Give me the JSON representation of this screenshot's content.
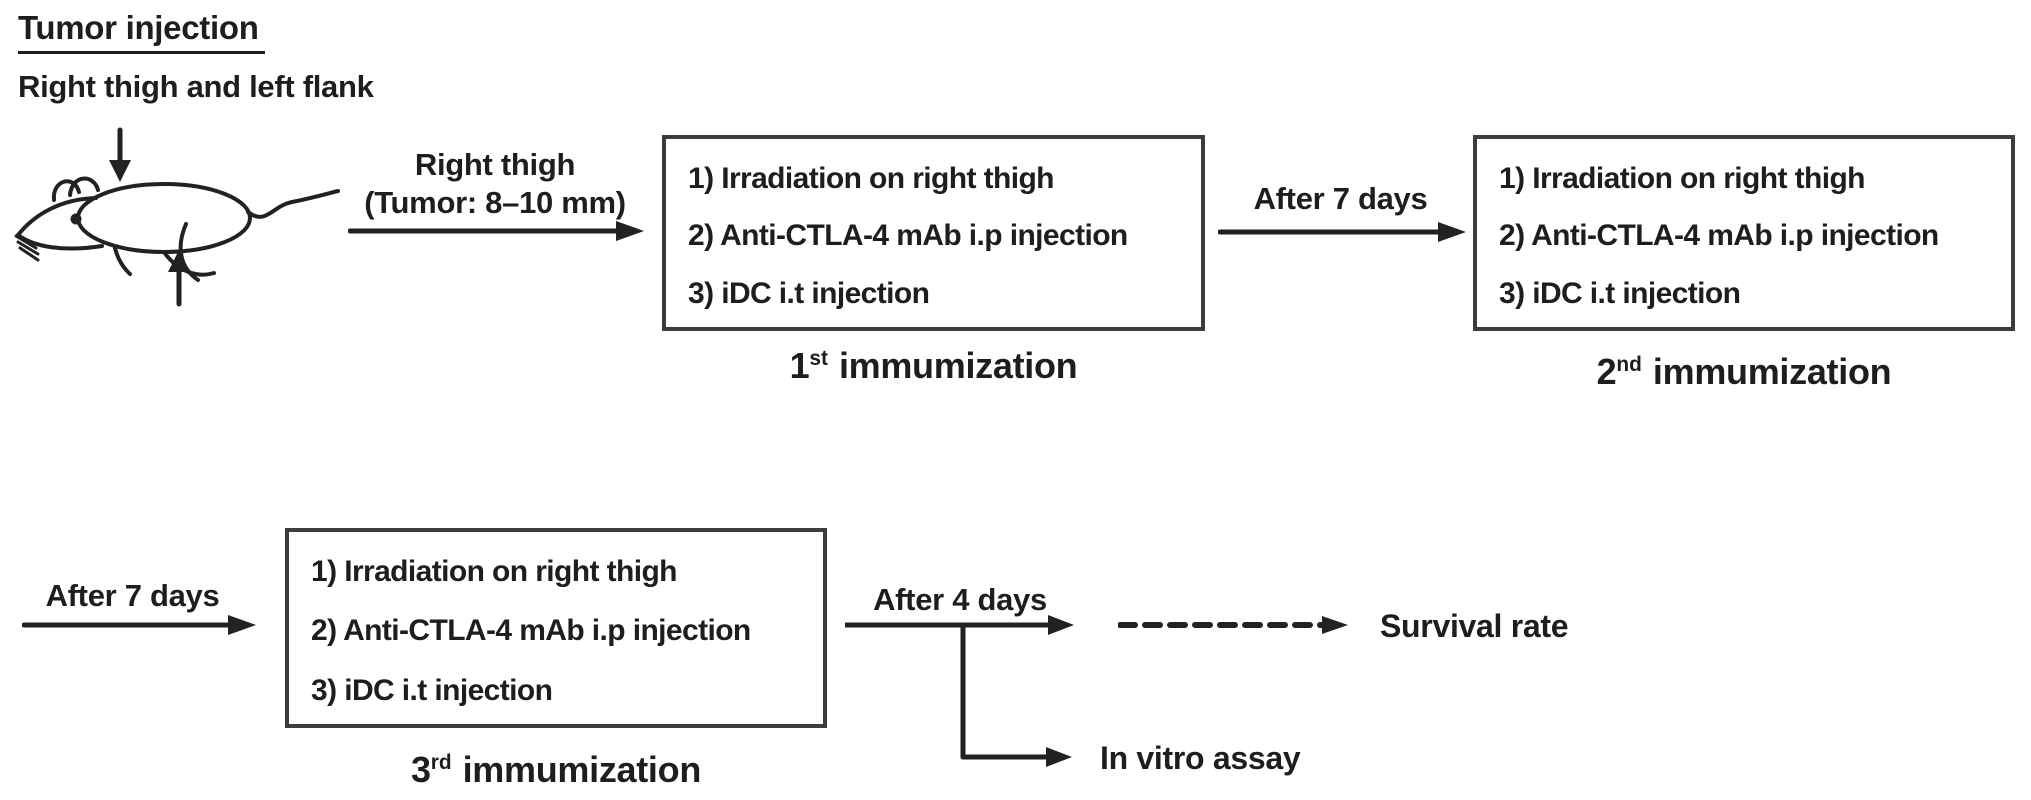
{
  "page": {
    "background": "#ffffff",
    "ink": "#1e1e1e",
    "box_border": "#3c3c3c"
  },
  "header": {
    "title": "Tumor injection",
    "subtitle": "Right thigh and left flank"
  },
  "mouse_illustration": {
    "icon": "mouse-with-injection-site-arrows",
    "arrows": [
      "down-arrow-to-flank",
      "up-arrow-to-thigh"
    ]
  },
  "tumor_arrow": {
    "line1": "Right thigh",
    "line2": "(Tumor: 8–10 mm)"
  },
  "immunizations": [
    {
      "ordinal": "1",
      "suffix": "st",
      "rest": "immumization",
      "items": [
        "1) Irradiation on right thigh",
        "2) Anti-CTLA-4 mAb i.p injection",
        "3) iDC i.t injection"
      ]
    },
    {
      "ordinal": "2",
      "suffix": "nd",
      "rest": "immumization",
      "items": [
        "1) Irradiation on right thigh",
        "2) Anti-CTLA-4 mAb i.p injection",
        "3) iDC i.t injection"
      ]
    },
    {
      "ordinal": "3",
      "suffix": "rd",
      "rest": "immumization",
      "items": [
        "1) Irradiation on right thigh",
        "2) Anti-CTLA-4 mAb i.p injection",
        "3) iDC i.t injection"
      ]
    }
  ],
  "interval_arrows": {
    "after7_top": "After 7 days",
    "after7_bottom": "After 7 days",
    "after4": "After 4 days"
  },
  "outcomes": {
    "survival": "Survival rate",
    "in_vitro": "In vitro assay"
  }
}
